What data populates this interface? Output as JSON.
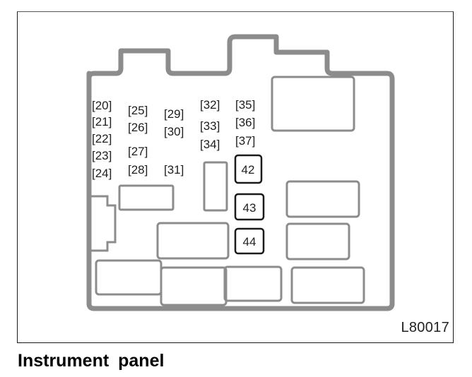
{
  "diagram": {
    "code": "L80017",
    "caption": "Instrument  panel",
    "colors": {
      "outline": "#8c8c8c",
      "fuse_text": "#1e1e1e",
      "relay_border": "#1a1a1a",
      "frame": "#1a1a1a"
    },
    "fuses": [
      {
        "id": "20",
        "label": "[20]"
      },
      {
        "id": "21",
        "label": "[21]"
      },
      {
        "id": "22",
        "label": "[22]"
      },
      {
        "id": "23",
        "label": "[23]"
      },
      {
        "id": "24",
        "label": "[24]"
      },
      {
        "id": "25",
        "label": "[25]"
      },
      {
        "id": "26",
        "label": "[26]"
      },
      {
        "id": "27",
        "label": "[27]"
      },
      {
        "id": "28",
        "label": "[28]"
      },
      {
        "id": "29",
        "label": "[29]"
      },
      {
        "id": "30",
        "label": "[30]"
      },
      {
        "id": "31",
        "label": "[31]"
      },
      {
        "id": "32",
        "label": "[32]"
      },
      {
        "id": "33",
        "label": "[33]"
      },
      {
        "id": "34",
        "label": "[34]"
      },
      {
        "id": "35",
        "label": "[35]"
      },
      {
        "id": "36",
        "label": "[36]"
      },
      {
        "id": "37",
        "label": "[37]"
      }
    ],
    "relays": [
      {
        "id": "42",
        "label": "42"
      },
      {
        "id": "43",
        "label": "43"
      },
      {
        "id": "44",
        "label": "44"
      }
    ]
  }
}
